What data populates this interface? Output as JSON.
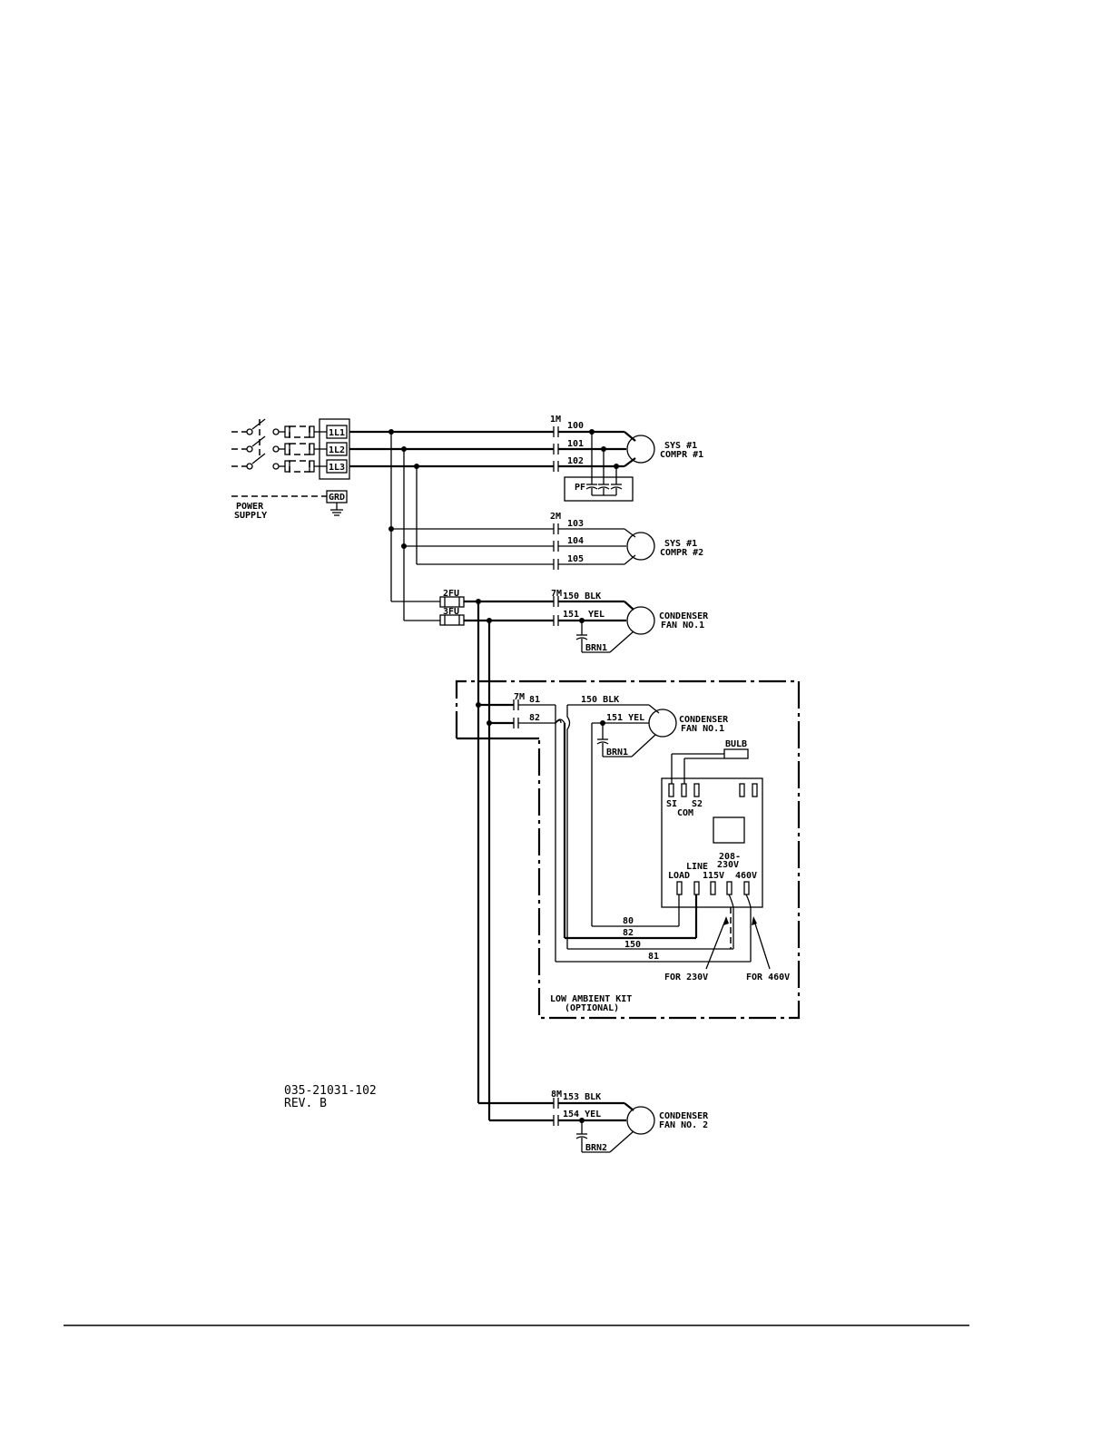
{
  "power": {
    "terminals": [
      "1L1",
      "1L2",
      "1L3"
    ],
    "ground_label": "GRD",
    "supply_line1": "POWER",
    "supply_line2": "SUPPLY"
  },
  "compr1": {
    "contactor": "1M",
    "wires": [
      "100",
      "101",
      "102"
    ],
    "pf_label": "PF",
    "name_line1": "SYS #1",
    "name_line2": "COMPR #1"
  },
  "compr2": {
    "contactor": "2M",
    "wires": [
      "103",
      "104",
      "105"
    ],
    "name_line1": "SYS #1",
    "name_line2": "COMPR #2"
  },
  "fuses": {
    "upper": "2FU",
    "lower": "3FU"
  },
  "fan1": {
    "contactor": "7M",
    "wire_blk": "150  BLK",
    "wire_yel_num": "151",
    "wire_yel": "YEL",
    "brn": "BRN1",
    "name_line1": "CONDENSER",
    "name_line2": "FAN NO.1"
  },
  "kit": {
    "contactor": "7M",
    "wire_a": "81",
    "wire_b": "82",
    "fan_blk": "150  BLK",
    "fan_yel": "151 YEL",
    "fan_brn": "BRN1",
    "fan_line1": "CONDENSER",
    "fan_line2": "FAN NO.1",
    "bulb": "BULB",
    "si": "SI",
    "s2": "S2",
    "com": "COM",
    "v_208_line1": "208-",
    "v_208_line2": "230V",
    "line": "LINE",
    "load": "LOAD",
    "v115": "115V",
    "v460": "460V",
    "wire_80": "80",
    "wire_82": "82",
    "wire_150": "150",
    "wire_81": "81",
    "for230": "FOR 230V",
    "for460": "FOR 460V",
    "title_line1": "LOW AMBIENT KIT",
    "title_line2": "(OPTIONAL)"
  },
  "fan2": {
    "contactor": "8M",
    "wire_blk": "153  BLK",
    "wire_yel": "154  YEL",
    "brn": "BRN2",
    "name_line1": "CONDENSER",
    "name_line2": "FAN NO. 2"
  },
  "drawing": {
    "number": "035-21031-102",
    "rev": "REV. B"
  }
}
